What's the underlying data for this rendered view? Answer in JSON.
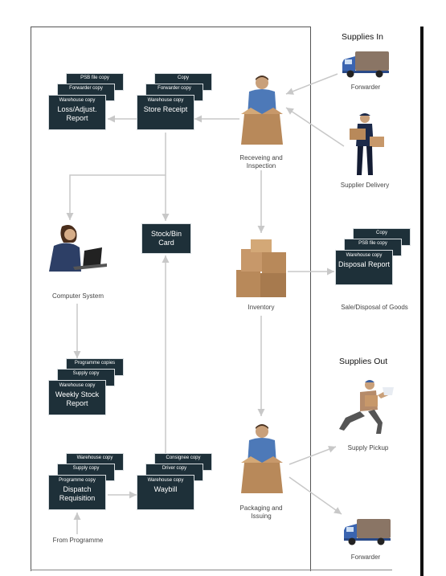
{
  "headings": {
    "supplies_in": "Supplies In",
    "supplies_out": "Supplies Out"
  },
  "documents": {
    "loss": {
      "sheets": [
        "PSB file copy",
        "Forwarder copy",
        "Warehouse copy"
      ],
      "title_lines": [
        "Loss/Adjust.",
        "Report"
      ]
    },
    "store_receipt": {
      "sheets": [
        "Copy",
        "Forwarder copy",
        "Warehouse copy"
      ],
      "title_lines": [
        "Store Receipt"
      ]
    },
    "stock_bin": {
      "title_lines": [
        "Stock/Bin",
        "Card"
      ]
    },
    "disposal": {
      "sheets": [
        "Copy",
        "PSB file copy",
        "Warehouse copy"
      ],
      "title_lines": [
        "Disposal Report"
      ]
    },
    "weekly_stock": {
      "sheets": [
        "Programme copies",
        "Supply copy",
        "Warehouse copy"
      ],
      "title_lines": [
        "Weekly Stock",
        "Report"
      ]
    },
    "dispatch": {
      "sheets": [
        "Warehouse copy",
        "Supply copy",
        "Programme copy"
      ],
      "title_lines": [
        "Dispatch",
        "Requisition"
      ]
    },
    "waybill": {
      "sheets": [
        "Consignee copy",
        "Driver copy",
        "Warehouse copy"
      ],
      "title_lines": [
        "Waybill"
      ]
    }
  },
  "labels": {
    "forwarder_in": "Forwarder",
    "receiving": [
      "Receveing and",
      "Inspection"
    ],
    "supplier_delivery": "Supplier Delivery",
    "computer_system": "Computer System",
    "inventory": "Inventory",
    "sale_disposal": "Sale/Disposal of Goods",
    "supply_pickup": "Supply Pickup",
    "packaging": [
      "Packaging and",
      "Issuing"
    ],
    "from_programme": "From Programme",
    "forwarder_out": "Forwarder"
  },
  "icons": {
    "truck": "delivery-truck-icon",
    "worker": "worker-with-box-icon",
    "courier": "courier-icon",
    "computer_user": "computer-user-icon",
    "boxes": "stacked-boxes-icon",
    "runner": "running-courier-icon"
  },
  "colors": {
    "document": "#1e3039",
    "arrow": "#c8c8c8",
    "truck_body": "#3a64b0"
  }
}
